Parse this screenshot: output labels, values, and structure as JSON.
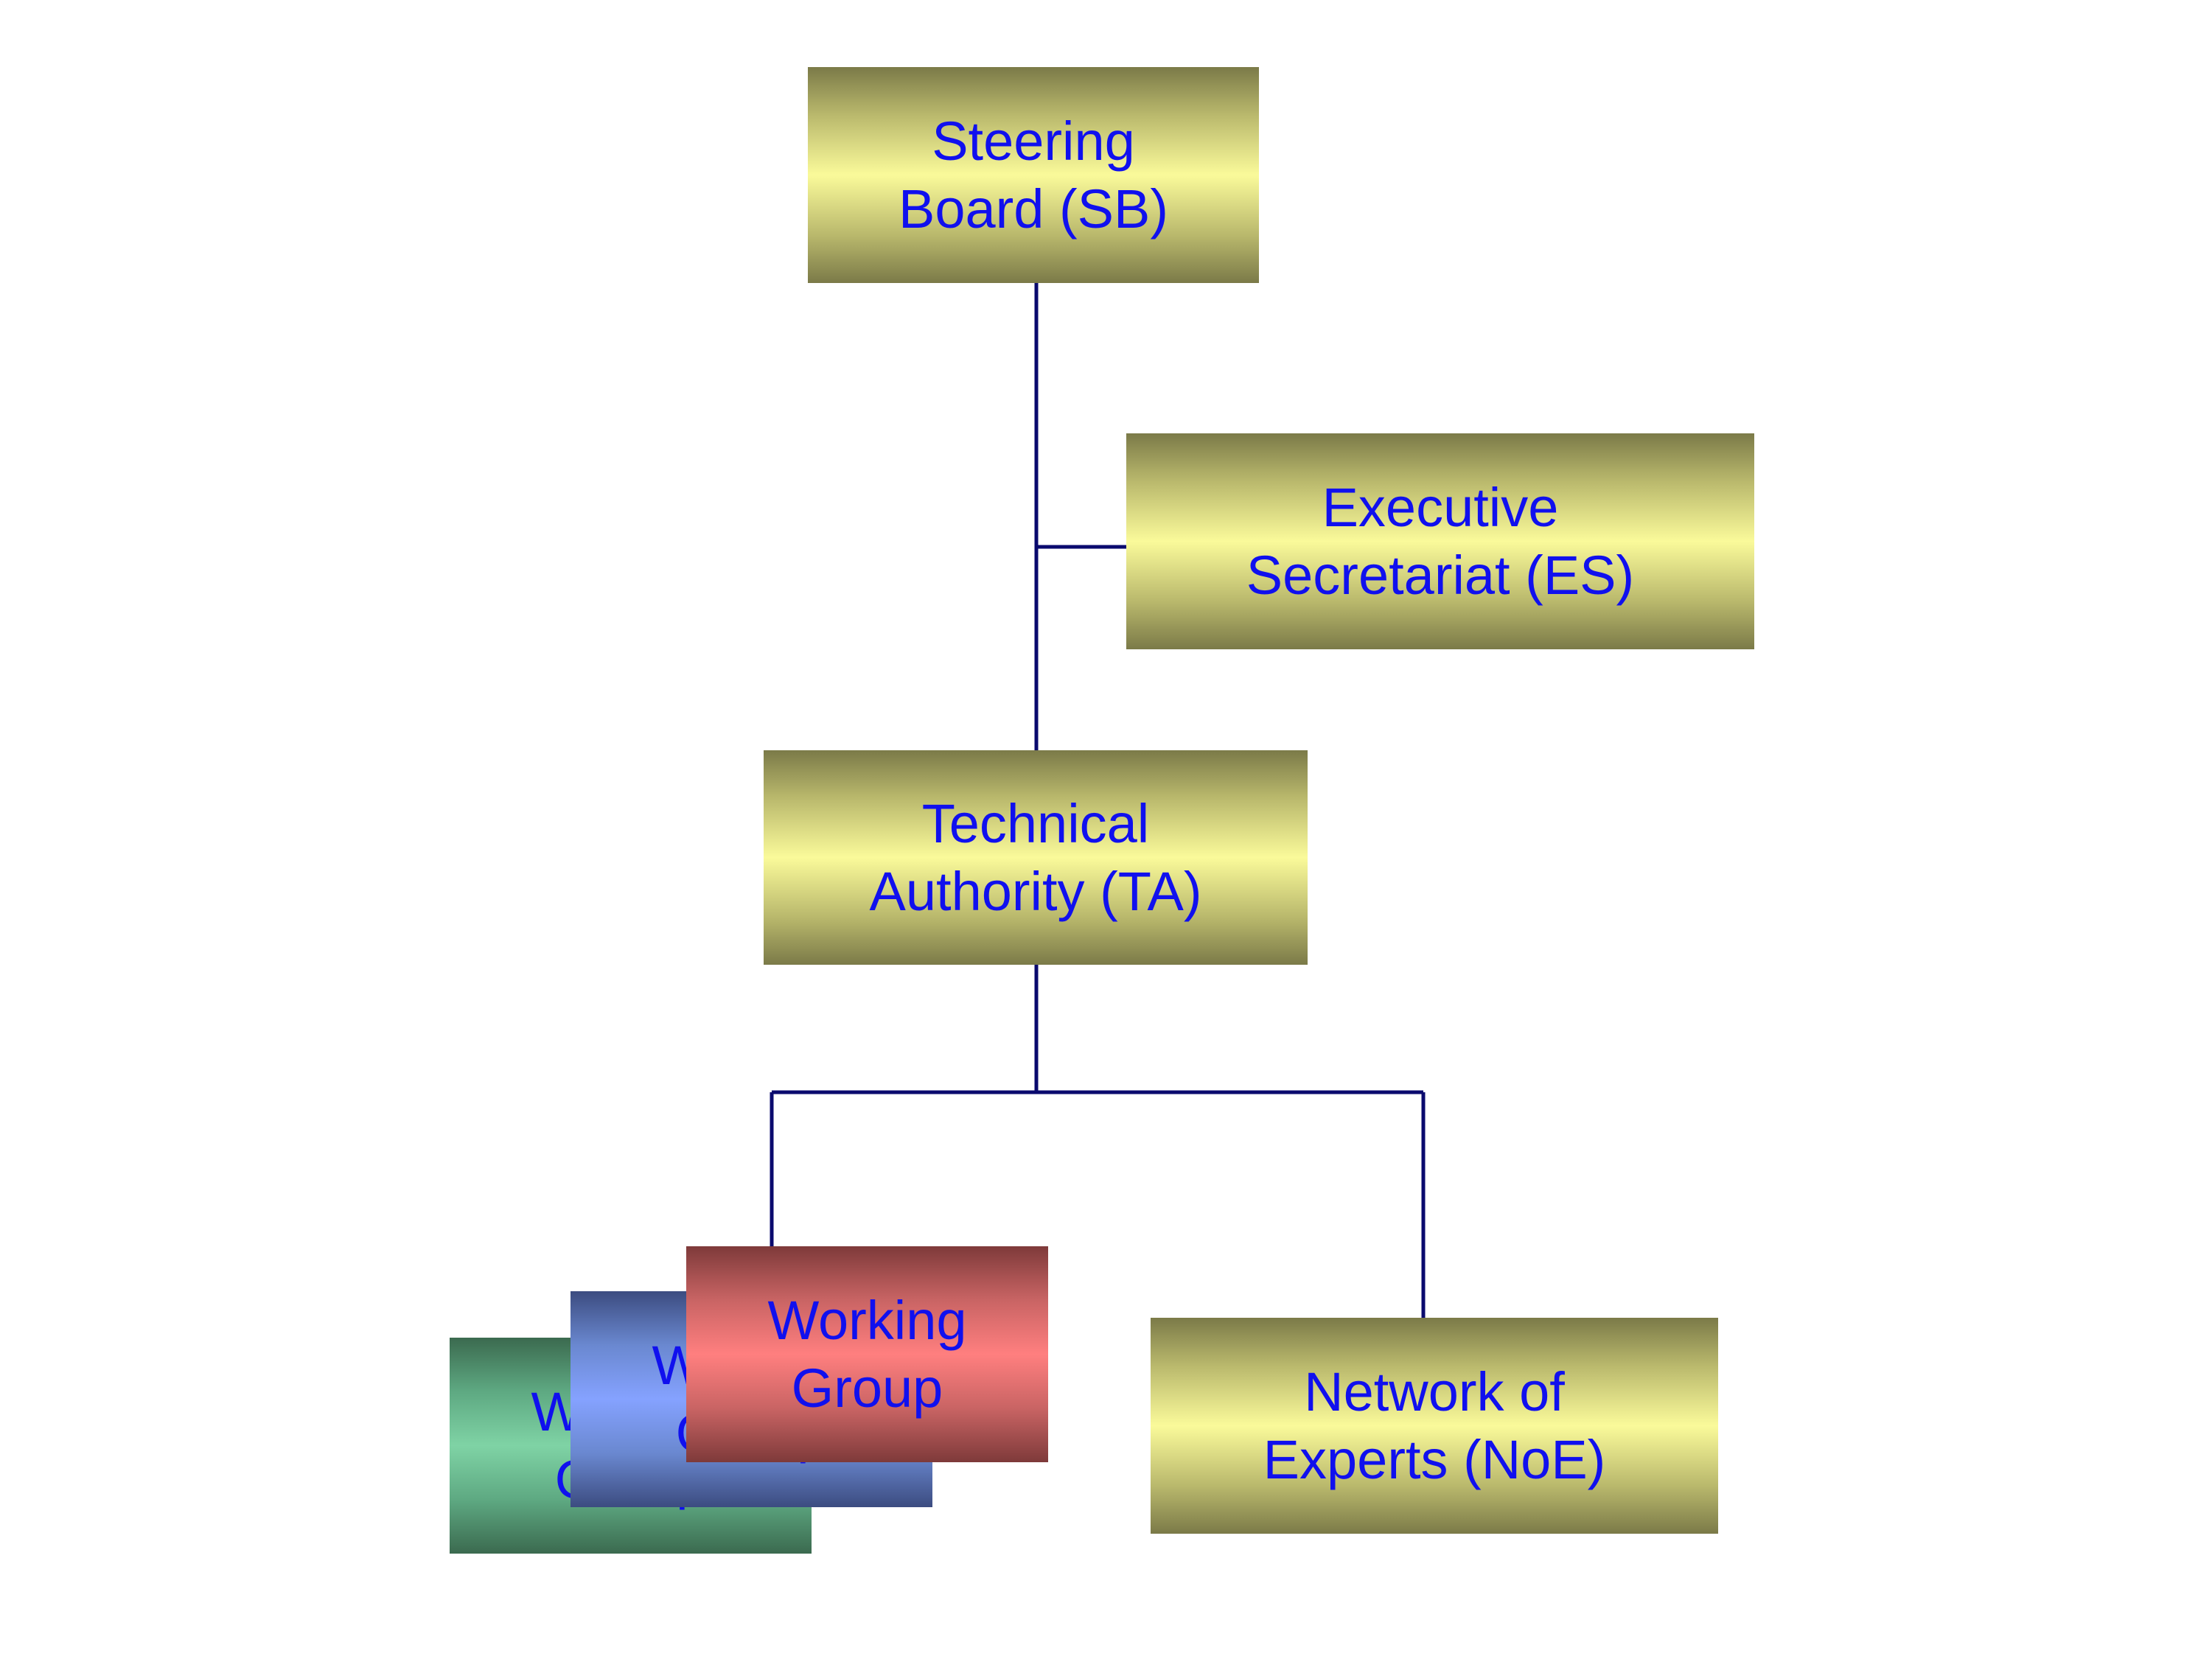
{
  "diagram": {
    "nodes": {
      "steering_board": {
        "label": "Steering\nBoard (SB)"
      },
      "executive_secretariat": {
        "label": "Executive\nSecretariat (ES)"
      },
      "technical_authority": {
        "label": "Technical\nAuthority (TA)"
      },
      "working_group_back": {
        "label": "Working\nGroup"
      },
      "working_group_middle": {
        "label": "Working\nGroup"
      },
      "working_group_front": {
        "label": "Working\nGroup"
      },
      "network_of_experts": {
        "label": "Network of\nExperts (NoE)"
      }
    },
    "colors": {
      "connector": "#0a0a6e",
      "label_text": "#1010ee",
      "olive_fill": "#fafa9a",
      "green_fill": "#7fd3a5",
      "blue_fill": "#85a2ff",
      "red_fill": "#ff7f7f"
    },
    "edges": [
      {
        "from": "steering_board",
        "to": "technical_authority"
      },
      {
        "from": "steering_board",
        "to": "executive_secretariat"
      },
      {
        "from": "technical_authority",
        "to": "working_group_front"
      },
      {
        "from": "technical_authority",
        "to": "network_of_experts"
      }
    ]
  }
}
